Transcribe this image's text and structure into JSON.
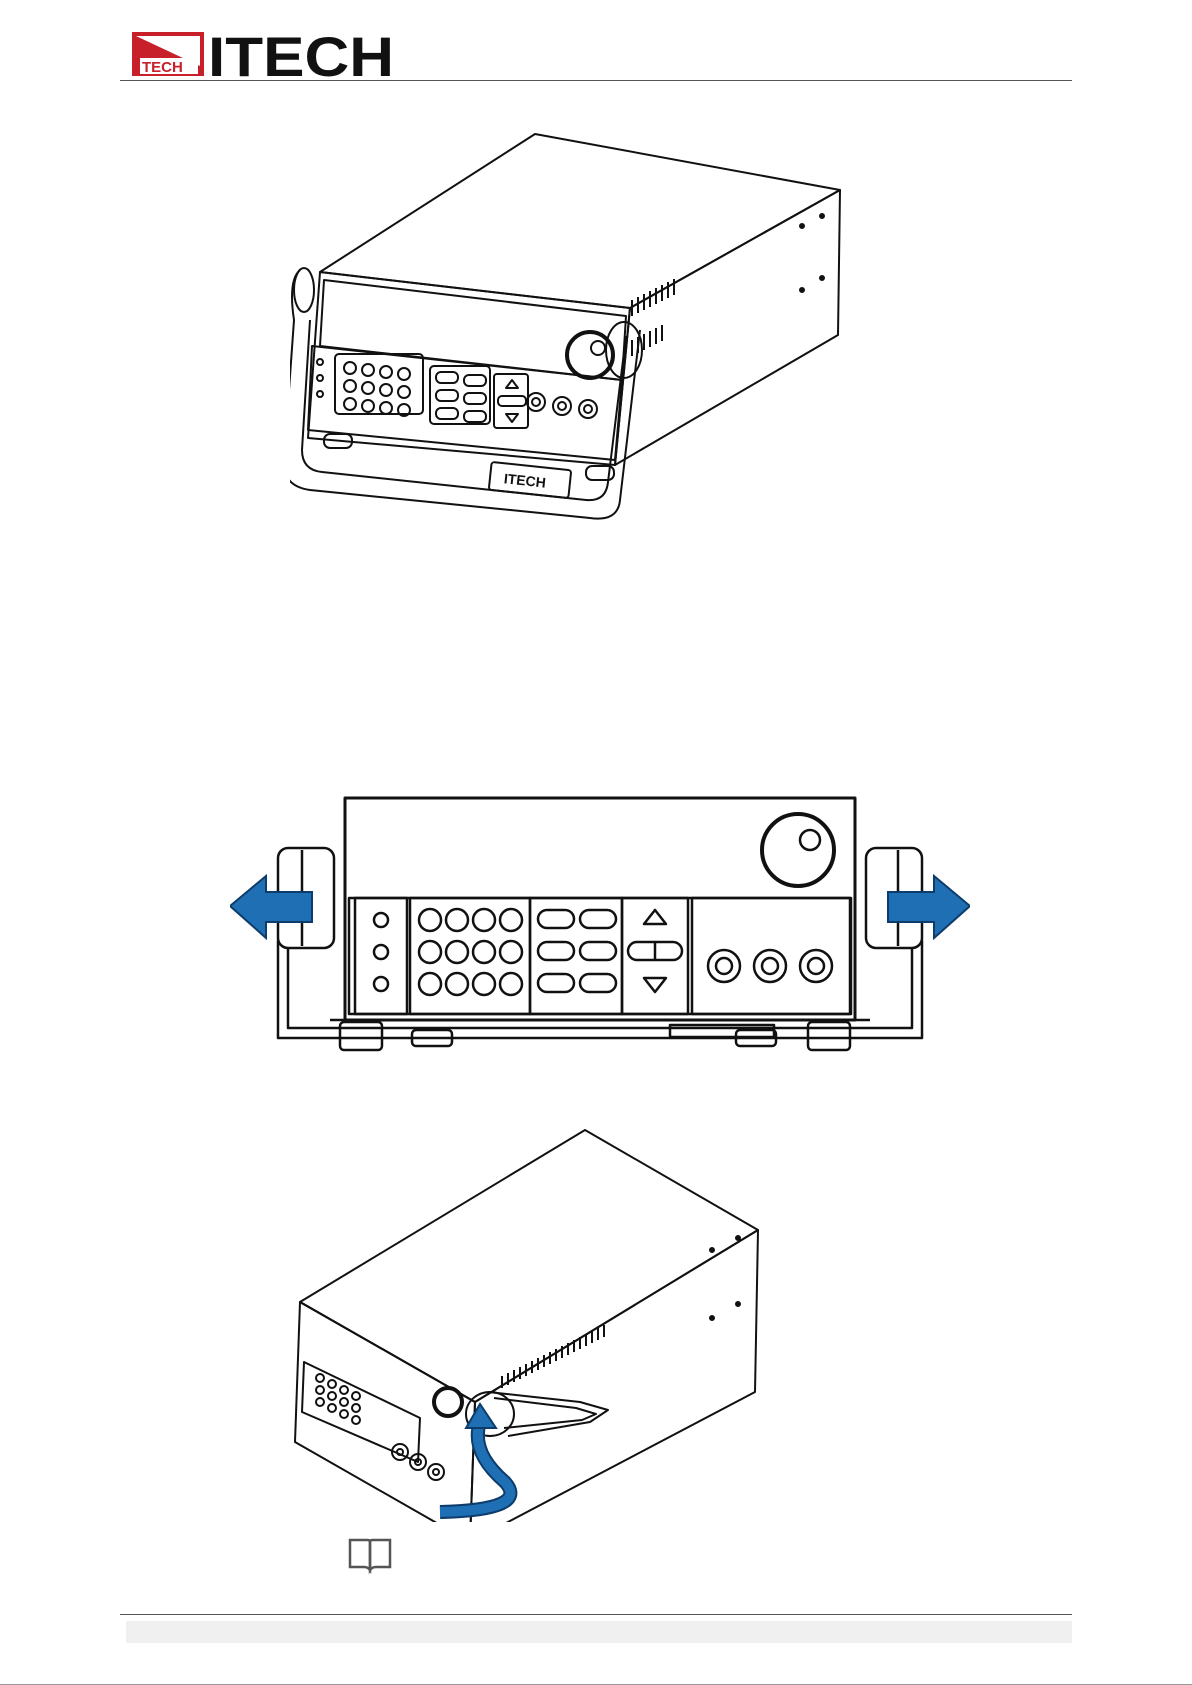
{
  "header": {
    "logo_small_text": "TECH",
    "logo_large_text": "ITECH",
    "brand_red": "#c8202a"
  },
  "figures": [
    {
      "name": "instrument-with-handle-down"
    },
    {
      "name": "handle-pull-outward",
      "arrow_color": "#1f6fb5"
    },
    {
      "name": "handle-rotate-up",
      "arrow_color": "#1f6fb5"
    }
  ],
  "note": {
    "icon": "book-icon"
  }
}
